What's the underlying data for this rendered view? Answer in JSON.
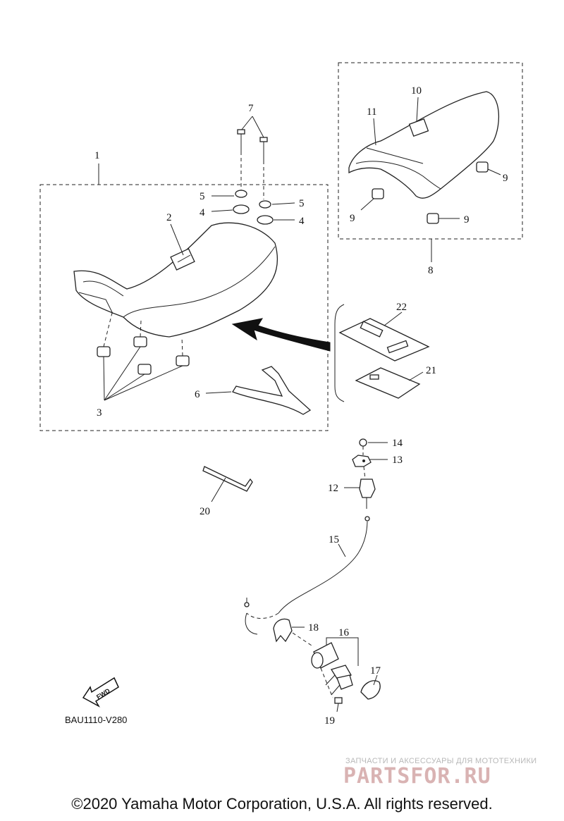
{
  "callouts": {
    "c1": "1",
    "c2": "2",
    "c3": "3",
    "c4a": "4",
    "c4b": "4",
    "c5a": "5",
    "c5b": "5",
    "c6": "6",
    "c7": "7",
    "c8": "8",
    "c9a": "9",
    "c9b": "9",
    "c9c": "9",
    "c10": "10",
    "c11": "11",
    "c12": "12",
    "c13": "13",
    "c14": "14",
    "c15": "15",
    "c16": "16",
    "c17": "17",
    "c18": "18",
    "c19": "19",
    "c20": "20",
    "c21": "21",
    "c22": "22"
  },
  "fwd_label": "FWD",
  "diagram_code": "BAU1110-V280",
  "watermark": {
    "tagline": "ЗАПЧАСТИ И АКСЕССУАРЫ ДЛЯ МОТОТЕХНИКИ",
    "logo": "PARTSFOR.RU",
    "color": "#d9b3b3"
  },
  "copyright": "©2020 Yamaha Motor Corporation, U.S.A. All rights reserved."
}
